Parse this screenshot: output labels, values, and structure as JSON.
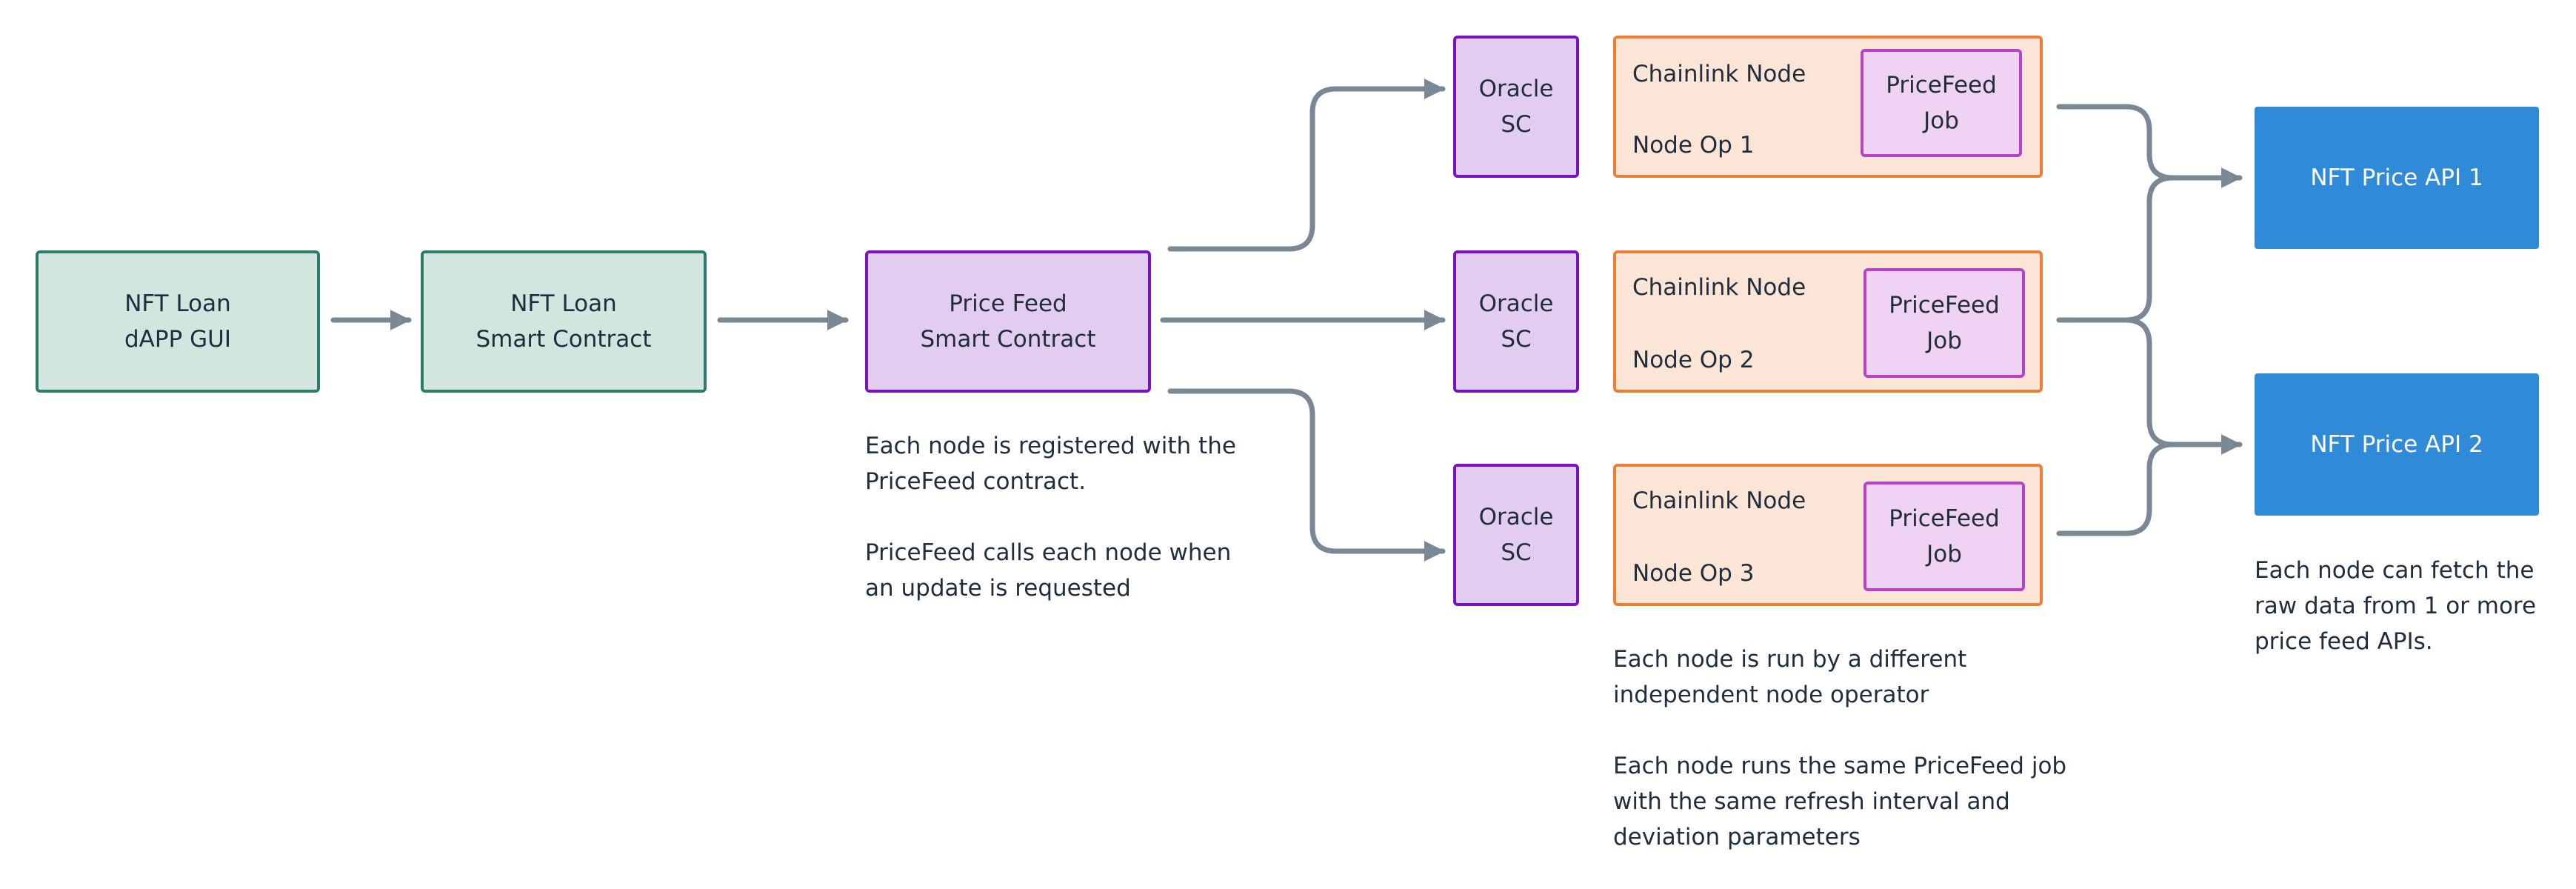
{
  "dapp": {
    "line1": "NFT Loan",
    "line2": "dAPP GUI"
  },
  "loan_contract": {
    "line1": "NFT Loan",
    "line2": "Smart Contract"
  },
  "price_feed": {
    "line1": "Price Feed",
    "line2": "Smart Contract"
  },
  "oracles": [
    {
      "line1": "Oracle",
      "line2": "SC"
    },
    {
      "line1": "Oracle",
      "line2": "SC"
    },
    {
      "line1": "Oracle",
      "line2": "SC"
    }
  ],
  "chainlink_nodes": [
    {
      "title": "Chainlink Node",
      "operator": "Node Op 1",
      "job_line1": "PriceFeed",
      "job_line2": "Job"
    },
    {
      "title": "Chainlink Node",
      "operator": "Node Op 2",
      "job_line1": "PriceFeed",
      "job_line2": "Job"
    },
    {
      "title": "Chainlink Node",
      "operator": "Node Op 3",
      "job_line1": "PriceFeed",
      "job_line2": "Job"
    }
  ],
  "apis": [
    {
      "label": "NFT Price API 1"
    },
    {
      "label": "NFT Price API 2"
    }
  ],
  "notes": {
    "price_feed": {
      "lines": [
        "Each node is registered with the",
        "PriceFeed contract.",
        "",
        "PriceFeed calls each node when",
        "an update is requested"
      ]
    },
    "nodes": {
      "lines": [
        "Each node is run by a different",
        "independent node operator",
        "",
        "Each node runs the same PriceFeed job",
        "with the same refresh interval and",
        "deviation parameters"
      ]
    },
    "apis": {
      "lines": [
        "Each node can fetch the",
        "raw data from 1 or more",
        "price feed APIs."
      ]
    }
  },
  "colors": {
    "arrow": "#7a8896",
    "green_fill": "#d2e5df",
    "green_border": "#2e7d6b",
    "purple_fill": "#e2cdf1",
    "purple_border": "#7a12c4",
    "orange_fill": "#fbe5d6",
    "orange_border": "#ef7d33",
    "job_fill": "#f0d2f4",
    "job_border": "#b843c6",
    "api_fill": "#2f8ad8"
  }
}
